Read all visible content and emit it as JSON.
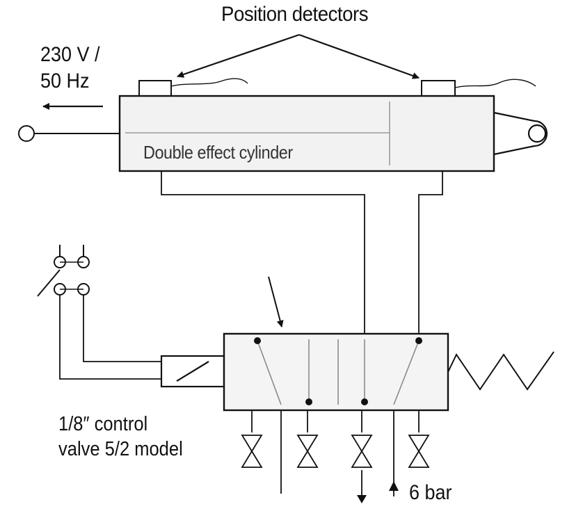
{
  "labels": {
    "position_detectors": "Position detectors",
    "voltage": [
      "230 V /",
      "50 Hz"
    ],
    "cylinder": "Double effect cylinder",
    "valve": [
      "1/8″ control",
      "valve 5/2 model"
    ],
    "pressure": "6 bar"
  },
  "colors": {
    "stroke": "#111111",
    "cylinder_fill": "#f2f2f2",
    "valve_fill": "#f4f4f4",
    "inner_line": "#9a9a9a"
  }
}
